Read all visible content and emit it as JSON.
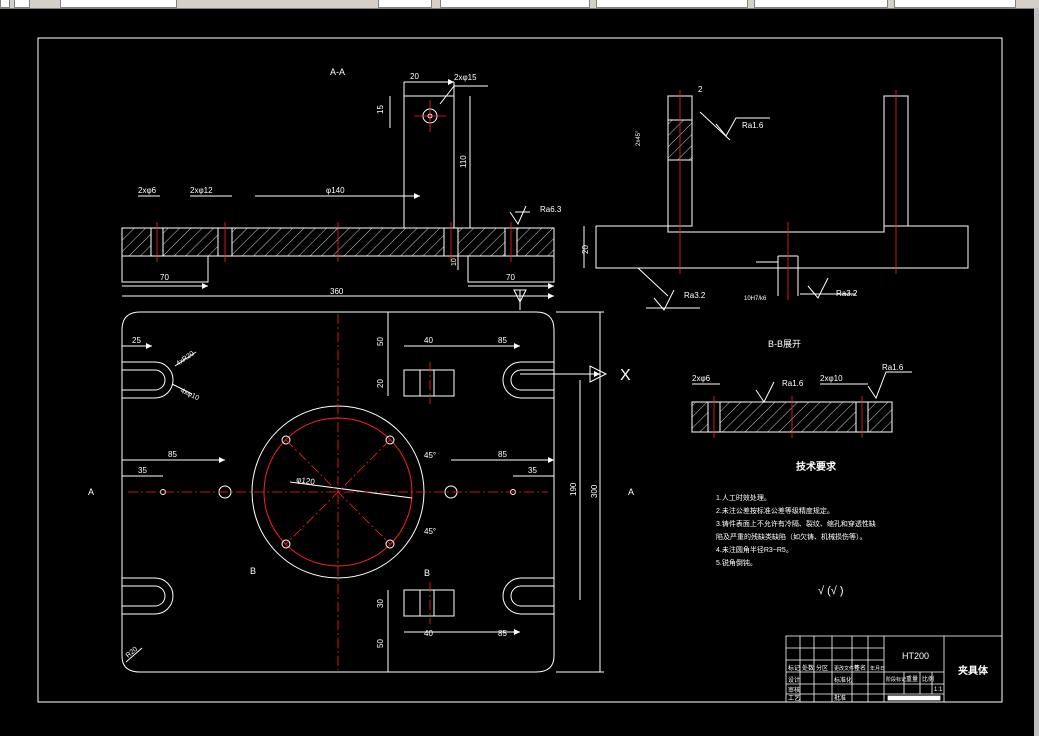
{
  "window": {
    "toolbar_items": [
      "",
      "",
      "",
      "",
      "",
      "",
      ""
    ]
  },
  "drawing": {
    "section_aa_label": "A-A",
    "section_bb_label": "B-B展开",
    "dims": {
      "d20": "20",
      "hole2x15": "2xφ15",
      "d15": "15",
      "d110": "110",
      "d2xd6": "2xφ6",
      "d2xd12": "2xφ12",
      "d140": "φ140",
      "d70a": "70",
      "d70b": "70",
      "d10": "10",
      "d360": "360",
      "d25": "25",
      "r4x20": "4xR20",
      "r4xd10": "4xφ10",
      "d40a": "40",
      "d85a": "85",
      "d50a": "50",
      "d20b": "20",
      "d85b": "85",
      "d35a": "35",
      "d85c": "85",
      "d35b": "35",
      "d120": "φ120",
      "d45a": "45°",
      "d45b": "45°",
      "d190": "190",
      "d300": "300",
      "d30": "30",
      "d40b": "40",
      "d85d": "85",
      "d50b": "50",
      "r20": "R20",
      "d2": "2",
      "d2x45": "2x45°",
      "d20c": "20",
      "d10h": "10H7/k6",
      "d2xd6b": "2xφ6",
      "d2xd10": "2xφ10",
      "ra16a": "Ra1.6",
      "ra63": "Ra6.3",
      "ra32a": "Ra3.2",
      "ra32b": "Ra3.2",
      "ra16b": "Ra1.6",
      "ra16c": "Ra1.6"
    },
    "section_marks": {
      "a_left": "A",
      "a_right": "A",
      "b_left": "B",
      "b_right": "B",
      "x": "X"
    },
    "tech_req_title": "技术要求",
    "tech_req": [
      "1.人工时效处理。",
      "2.未注公差按标准公差等级精度规定。",
      "3.铸件表面上不允许有冷隔、裂纹、缩孔和穿透性缺",
      "陷及严重的残缺类缺陷（如欠铸、机械损伤等）。",
      "4.未注圆角半径R3~R5。",
      "5.锐角倒钝。"
    ],
    "roughness_note": "√ (√ )",
    "title_block": {
      "material": "HT200",
      "part_name": "夹具体",
      "cells": [
        "标记",
        "处数",
        "分区",
        "更改文件号",
        "签名",
        "年月日",
        "设计",
        "审核",
        "工艺",
        "标准化",
        "批准",
        "阶段标记",
        "重量",
        "比例",
        "1:1"
      ]
    }
  },
  "colors": {
    "background": "#000000",
    "line": "#ffffff",
    "center": "#ff2020",
    "toolbar": "#d4d0c8"
  }
}
